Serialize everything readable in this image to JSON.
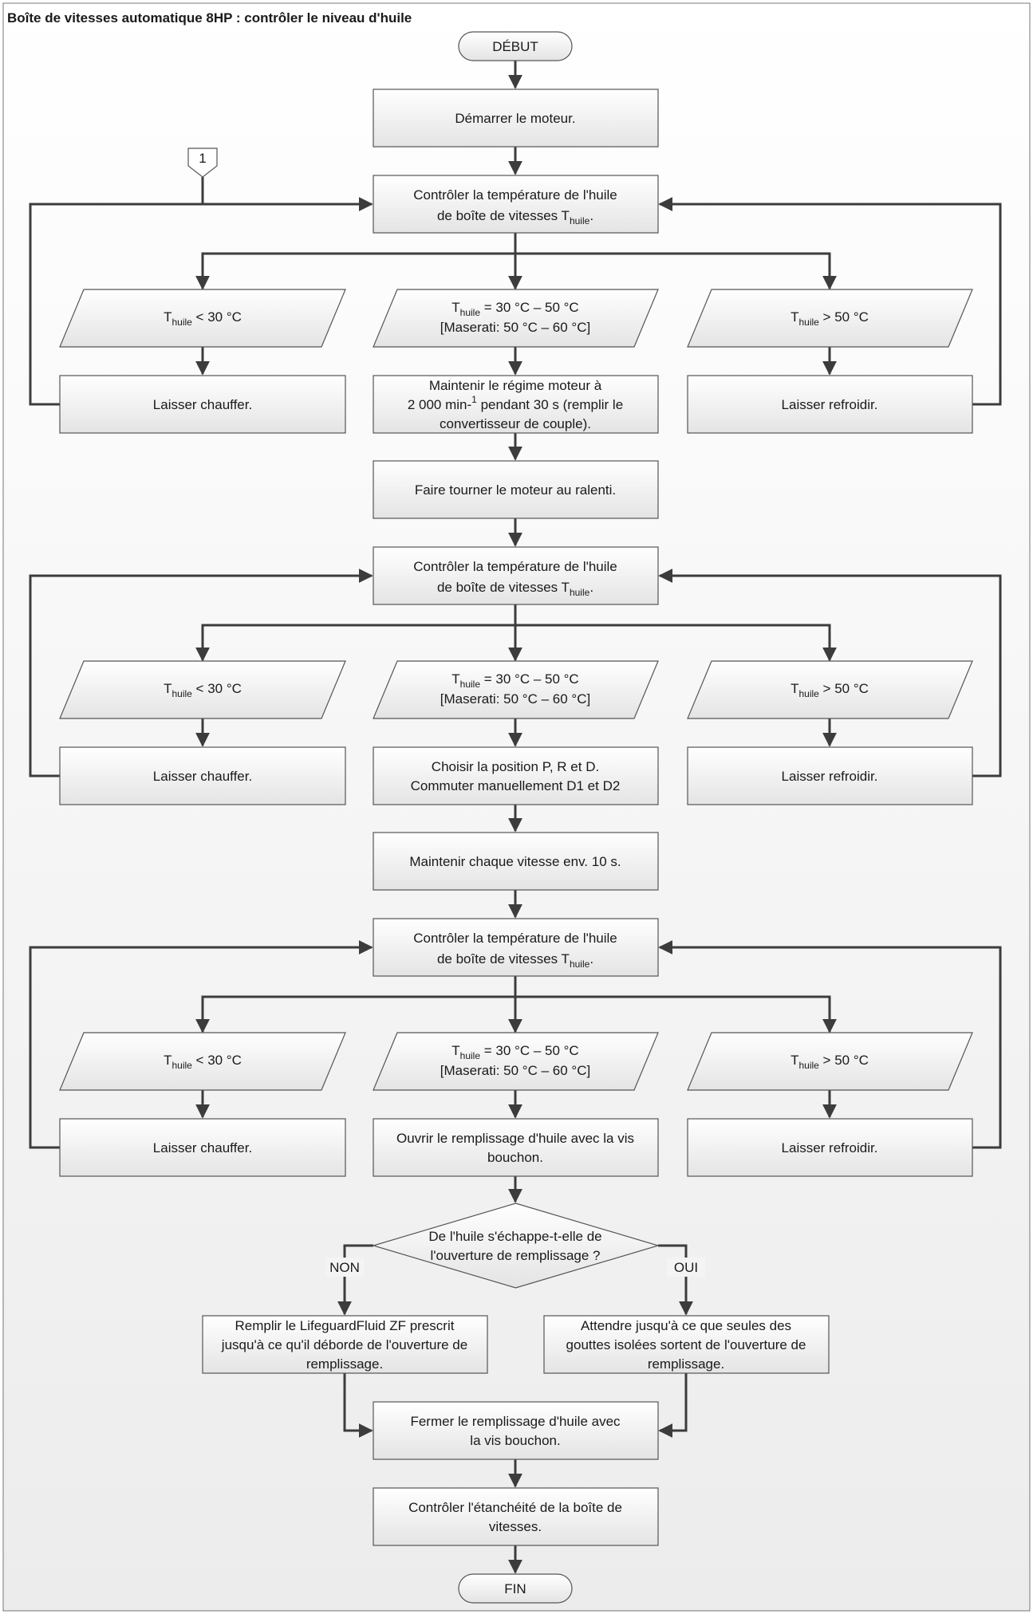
{
  "title": "Boîte de vitesses automatique 8HP : contrôler le niveau d'huile",
  "start": "DÉBUT",
  "end": "FIN",
  "connector": "1",
  "steps": {
    "start_engine": "Démarrer le moteur.",
    "idle": "Faire tourner le moteur au ralenti.",
    "hold_gear": "Maintenir chaque vitesse env. 10 s.",
    "fill_yes": [
      "Attendre jusqu'à ce que seules des",
      "gouttes isolées sortent de l'ouverture de",
      "remplissage."
    ],
    "fill_no": [
      "Remplir le LifeguardFluid ZF prescrit",
      "jusqu'à ce qu'il déborde de l'ouverture de",
      "remplissage."
    ],
    "close_fill": [
      "Fermer le remplissage d'huile avec",
      "la vis bouchon."
    ],
    "check_seal": [
      "Contrôler l'étanchéité de la boîte de",
      "vitesses."
    ]
  },
  "checks": [
    {
      "check_line1": "Contrôler la température de l'huile",
      "check_line2": "de boîte de vitesses T",
      "check_sub": "huile",
      "check_end": ".",
      "low": "< 30 °C",
      "mid": "= 30 °C – 50 °C",
      "mid_note": "[Maserati: 50 °C – 60 °C]",
      "high": "> 50 °C",
      "low_action": "Laisser chauffer.",
      "high_action": "Laisser refroidir.",
      "mid_action": [
        "Maintenir le régime moteur à",
        "2 000 min-",
        "1",
        " pendant 30 s (remplir le",
        "convertisseur de couple)."
      ]
    },
    {
      "check_line1": "Contrôler la température de l'huile",
      "check_line2": "de boîte de vitesses T",
      "check_sub": "huile",
      "check_end": ".",
      "low": "< 30 °C",
      "mid": "= 30 °C – 50 °C",
      "mid_note": "[Maserati: 50 °C – 60 °C]",
      "high": "> 50 °C",
      "low_action": "Laisser chauffer.",
      "high_action": "Laisser refroidir.",
      "mid_action": [
        "Choisir la position P, R et D.",
        "Commuter manuellement D1 et D2"
      ]
    },
    {
      "check_line1": "Contrôler la température de l'huile",
      "check_line2": "de boîte de vitesses T",
      "check_sub": "huile",
      "check_end": ".",
      "low": "< 30 °C",
      "mid": "= 30 °C – 50 °C",
      "mid_note": "[Maserati: 50 °C – 60 °C]",
      "high": "> 50 °C",
      "low_action": "Laisser chauffer.",
      "high_action": "Laisser refroidir.",
      "mid_action": [
        "Ouvrir le remplissage d'huile avec la vis",
        "bouchon."
      ]
    }
  ],
  "t_symbol": "T",
  "t_sub": "huile",
  "decision": {
    "question": [
      "De l'huile s'échappe-t-elle de",
      "l'ouverture de remplissage ?"
    ],
    "no": "NON",
    "yes": "OUI"
  },
  "colors": {
    "line": "#3c3c3c",
    "box_top": "#ffffff",
    "box_bottom": "#e6e6e6",
    "border": "#555555"
  }
}
